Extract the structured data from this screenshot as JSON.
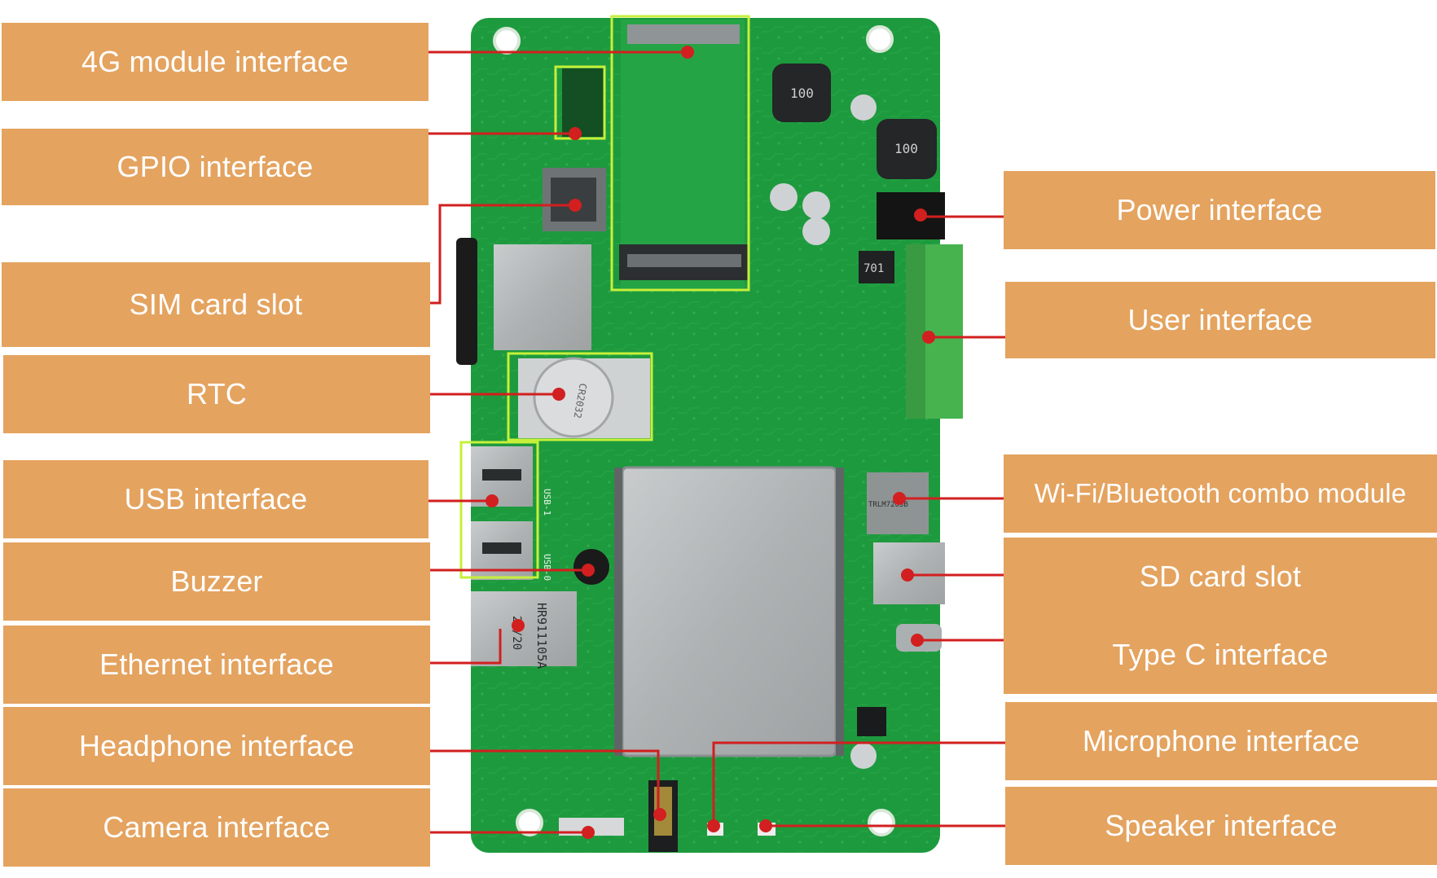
{
  "board": {
    "printed_text": {
      "inductor_1": "100",
      "inductor_2": "100",
      "ic_701": "701",
      "ethernet_jack": "HR911105A",
      "ethernet_date": "20/20",
      "wifi_chip": "TRLM7203B",
      "battery": "CR2032",
      "usb_label_1": "USB-1",
      "usb_label_0": "USB-0"
    },
    "colors": {
      "pcb": "#1e9a3e",
      "pcb_dark": "#137a2c",
      "highlight": "#c6f03a",
      "leader": "#d21f1f",
      "callout": "#e4a35f",
      "terminal": "#47b34f"
    }
  },
  "callouts_left": [
    {
      "id": "4g",
      "label": "4G module interface"
    },
    {
      "id": "gpio",
      "label": "GPIO interface"
    },
    {
      "id": "sim",
      "label": "SIM card slot"
    },
    {
      "id": "rtc",
      "label": "RTC"
    },
    {
      "id": "usb",
      "label": "USB interface"
    },
    {
      "id": "buzzer",
      "label": "Buzzer"
    },
    {
      "id": "ethernet",
      "label": "Ethernet interface"
    },
    {
      "id": "headphone",
      "label": "Headphone interface"
    },
    {
      "id": "camera",
      "label": "Camera interface"
    }
  ],
  "callouts_right": [
    {
      "id": "power",
      "label": "Power interface"
    },
    {
      "id": "user",
      "label": "User interface"
    },
    {
      "id": "wifi",
      "label": "Wi-Fi/Bluetooth combo module"
    },
    {
      "id": "sd",
      "label": "SD card slot"
    },
    {
      "id": "typec",
      "label": "Type C interface"
    },
    {
      "id": "mic",
      "label": "Microphone interface"
    },
    {
      "id": "speaker",
      "label": "Speaker interface"
    }
  ]
}
